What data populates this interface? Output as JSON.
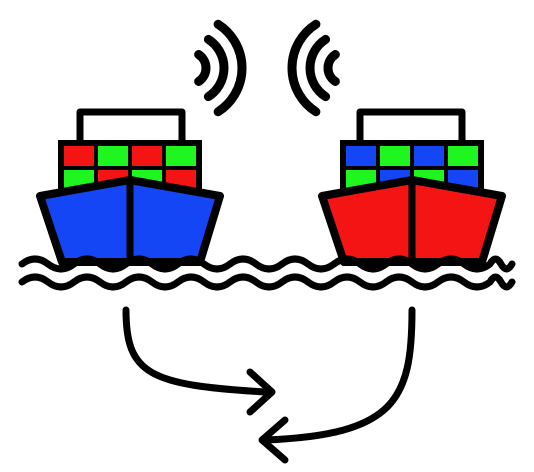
{
  "illustration": {
    "icon": "ships-communicating-and-exchanging-icon",
    "colors": {
      "outline": "#000000",
      "background": "#ffffff",
      "left_hull": "#1446f5",
      "right_hull": "#f51414",
      "container_red": "#f51414",
      "container_green": "#1ff51f",
      "container_blue": "#1446f5",
      "cabin": "#ffffff"
    },
    "left_ship": {
      "hull_color": "#1446f5",
      "container_rows": [
        [
          "#f51414",
          "#1ff51f",
          "#f51414",
          "#1ff51f"
        ],
        [
          "#1ff51f",
          "#f51414",
          "#1ff51f",
          "#f51414"
        ]
      ]
    },
    "right_ship": {
      "hull_color": "#f51414",
      "container_rows": [
        [
          "#1446f5",
          "#1ff51f",
          "#1446f5",
          "#1ff51f"
        ],
        [
          "#1ff51f",
          "#1446f5",
          "#1ff51f",
          "#1446f5"
        ]
      ]
    },
    "signal_arcs_per_side": 3,
    "wave_lines": 2,
    "exchange_arrows": 2
  }
}
